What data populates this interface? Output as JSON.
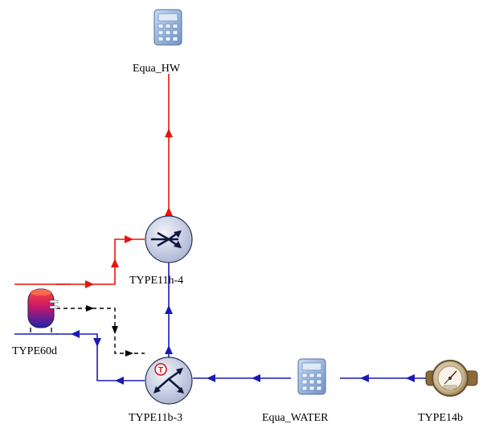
{
  "colors": {
    "background": "#ffffff",
    "hot_line": "#e8140c",
    "cold_line": "#1a1ab8",
    "control_line": "#000000",
    "calculator_body": "#8fb0dc",
    "calculator_screen": "#dfe9f7",
    "valve_fill": "#c6cde3",
    "tank_hot": "#c8186a",
    "tank_cold": "#2222b0",
    "meter_body": "#b08a55"
  },
  "components": {
    "equa_hw": {
      "label": "Equa_HW",
      "icon": "calculator-icon"
    },
    "type11h_4": {
      "label": "TYPE11h-4",
      "icon": "diverter-valve-icon"
    },
    "type60d": {
      "label": "TYPE60d",
      "icon": "storage-tank-icon"
    },
    "type11b_3": {
      "label": "TYPE11b-3",
      "icon": "tempering-valve-icon"
    },
    "equa_water": {
      "label": "Equa_WATER",
      "icon": "calculator-icon"
    },
    "type14b": {
      "label": "TYPE14b",
      "icon": "water-meter-icon"
    }
  }
}
